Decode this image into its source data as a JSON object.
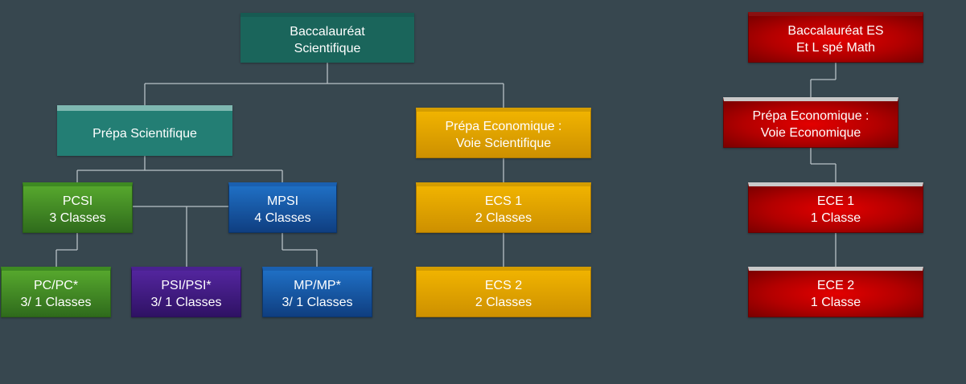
{
  "nodes": {
    "bac_s": [
      "Baccalauréat",
      "Scientifique"
    ],
    "prepa_sci": [
      "Prépa Scientifique"
    ],
    "prepa_eco_sci": [
      "Prépa Economique :",
      "Voie Scientifique"
    ],
    "pcsi": [
      "PCSI",
      "3 Classes"
    ],
    "mpsi": [
      "MPSI",
      "4 Classes"
    ],
    "ecs1": [
      "ECS 1",
      "2 Classes"
    ],
    "pc": [
      "PC/PC*",
      "3/ 1 Classes"
    ],
    "psi": [
      "PSI/PSI*",
      "3/ 1 Classes"
    ],
    "mp": [
      "MP/MP*",
      "3/ 1 Classes"
    ],
    "ecs2": [
      "ECS 2",
      "2 Classes"
    ],
    "bac_es": [
      "Baccalauréat ES",
      "Et L spé Math"
    ],
    "prepa_eco_eco": [
      "Prépa Economique :",
      "Voie Economique"
    ],
    "ece1": [
      "ECE 1",
      "1 Classe"
    ],
    "ece2": [
      "ECE 2",
      "1 Classe"
    ]
  },
  "colors": {
    "background": "#37474f",
    "connector": "#b8c2c6",
    "teal": "#237e74",
    "green": "#3e8a22",
    "blue": "#1a60b0",
    "purple": "#4a2290",
    "gold": "#f0b300",
    "red": "#c40000"
  }
}
